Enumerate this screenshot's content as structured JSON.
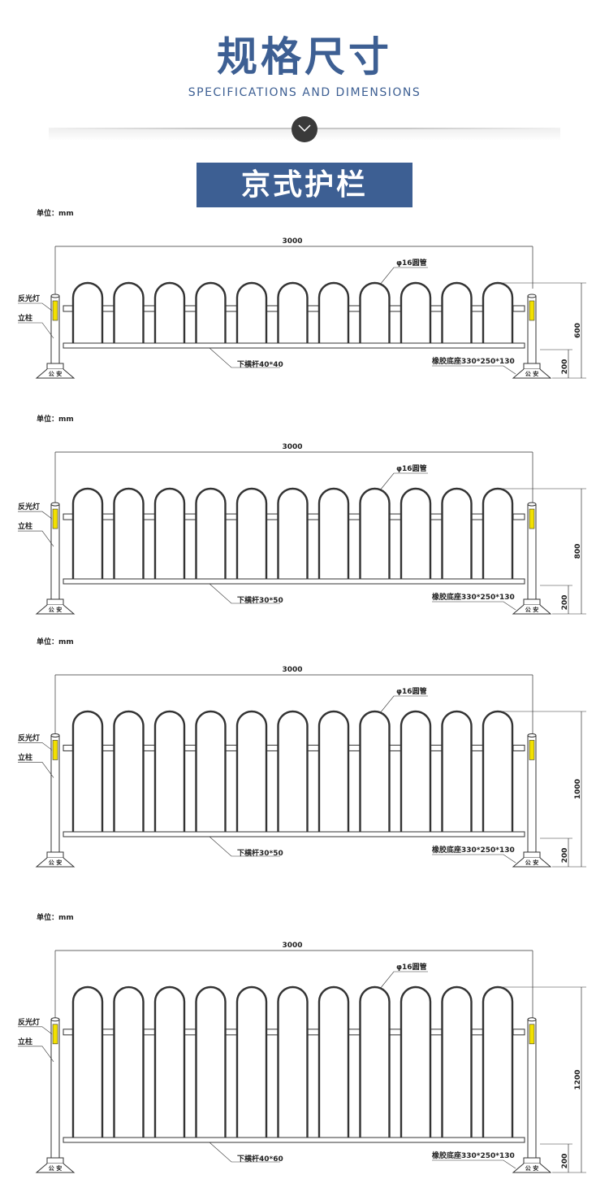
{
  "header": {
    "title": "规格尺寸",
    "subtitle": "SPECIFICATIONS AND DIMENSIONS",
    "section_title": "京式护栏"
  },
  "colors": {
    "accent": "#3d5f93",
    "reflector": "#f2e000"
  },
  "drawings": [
    {
      "unit_label": "单位：mm",
      "width_mm": "3000",
      "height_mm": "600",
      "base_height_mm": "200",
      "tube_label": "φ16圆管",
      "rail_label": "下横杆40*40",
      "base_label": "橡胶底座330*250*130",
      "reflector_label": "反光灯",
      "post_label": "立柱",
      "base_mark": "公 安",
      "height_value": 600
    },
    {
      "unit_label": "单位：mm",
      "width_mm": "3000",
      "height_mm": "800",
      "base_height_mm": "200",
      "tube_label": "φ16圆管",
      "rail_label": "下横杆30*50",
      "base_label": "橡胶底座330*250*130",
      "reflector_label": "反光灯",
      "post_label": "立柱",
      "base_mark": "公 安",
      "height_value": 800
    },
    {
      "unit_label": "单位：mm",
      "width_mm": "3000",
      "height_mm": "1000",
      "base_height_mm": "200",
      "tube_label": "φ16圆管",
      "rail_label": "下横杆30*50",
      "base_label": "橡胶底座330*250*130",
      "reflector_label": "反光灯",
      "post_label": "立柱",
      "base_mark": "公 安",
      "height_value": 1000
    },
    {
      "unit_label": "单位：mm",
      "width_mm": "3000",
      "height_mm": "1200",
      "base_height_mm": "200",
      "tube_label": "φ16圆管",
      "rail_label": "下横杆40*60",
      "base_label": "橡胶底座330*250*130",
      "reflector_label": "反光灯",
      "post_label": "立柱",
      "base_mark": "公 安",
      "height_value": 1200
    }
  ]
}
